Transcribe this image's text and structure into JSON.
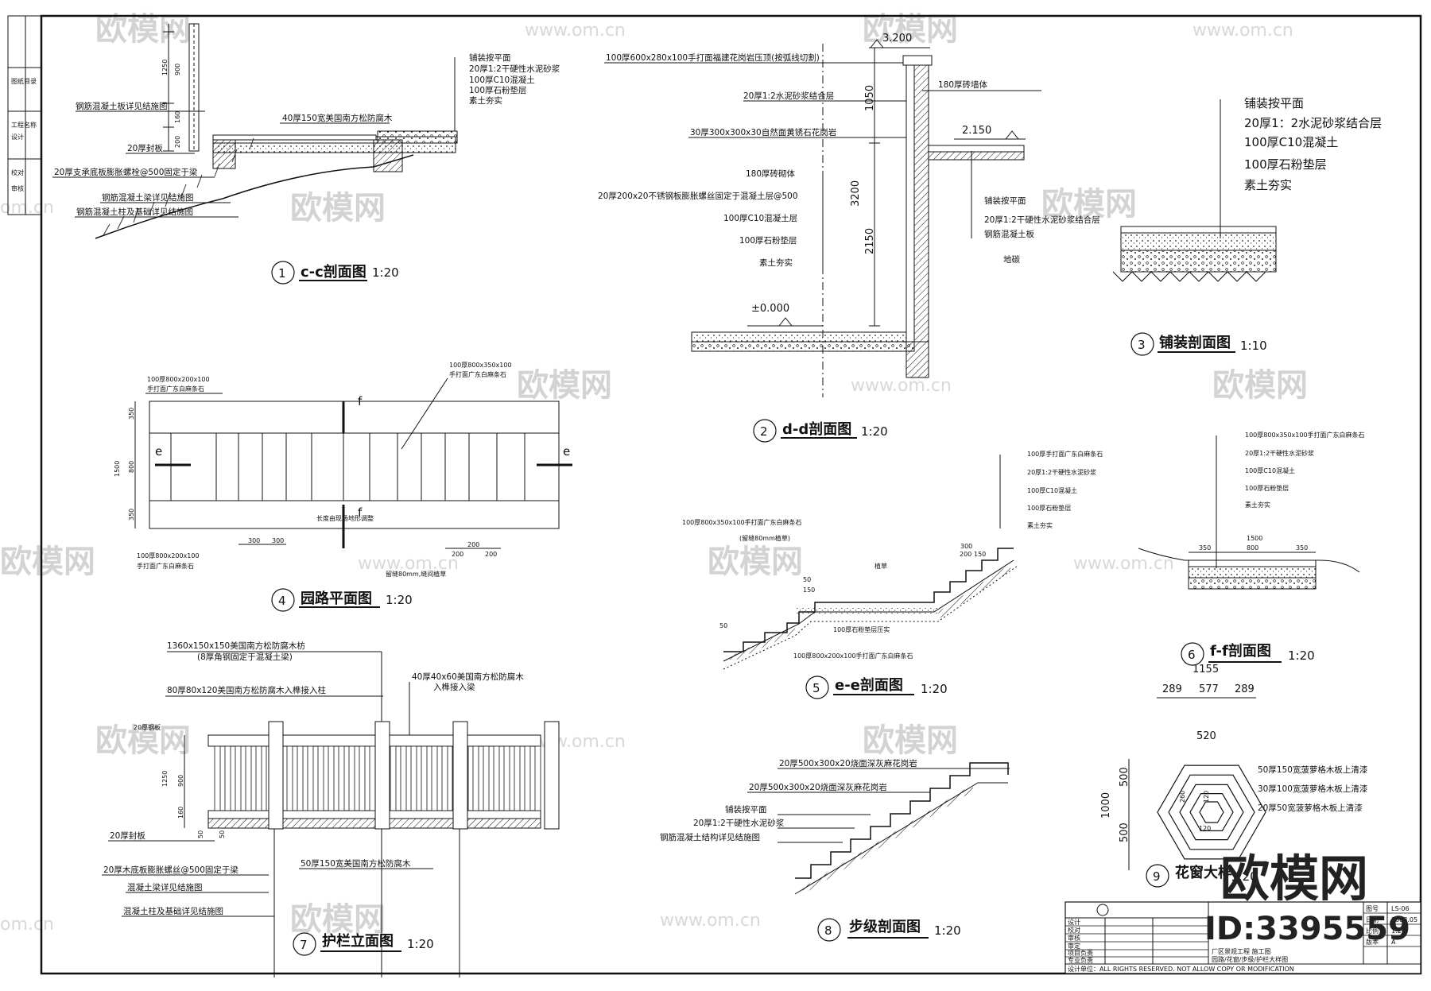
{
  "watermark": {
    "logo": "欧模网",
    "url": "www.om.cn",
    "url_short": "om.cn"
  },
  "brand": {
    "name": "欧模网",
    "id": "ID:3395559"
  },
  "left_strip": [
    "图纸目录",
    "工程名称",
    "设计",
    "校对",
    "审核"
  ],
  "d1": {
    "num": "1",
    "title": "c-c剖面图",
    "scale": "1:20",
    "dims": [
      "1250",
      "900",
      "160",
      "200"
    ],
    "notes": [
      "铺装按平面",
      "20厚1:2干硬性水泥砂浆",
      "100厚C10混凝土",
      "100厚石粉垫层",
      "素土夯实",
      "40厚150宽美国南方松防腐木",
      "钢筋混凝土板详见结施图",
      "20厚封板",
      "20厚支承底板膨胀螺栓@500固定于梁",
      "钢筋混凝土梁详见结施图",
      "钢筋混凝土柱及基础详见结施图"
    ]
  },
  "d2": {
    "num": "2",
    "title": "d-d剖面图",
    "scale": "1:20",
    "levels": [
      "3.200",
      "2.150",
      "±0.000"
    ],
    "dims": [
      "1050",
      "3200",
      "2150"
    ],
    "notes": [
      "100厚600x280x100手打面福建花岗岩压顶(按弧线切割)",
      "180厚砖墙体",
      "20厚1:2水泥砂浆结合层",
      "30厚300x300x30自然面黄锈石花岗岩",
      "180厚砖砌体",
      "20厚200x20不锈钢板膨胀螺丝固定于混凝土层@500",
      "100厚C10混凝土层",
      "100厚石粉垫层",
      "素土夯实",
      "铺装按平面",
      "20厚1:2干硬性水泥砂浆结合层",
      "钢筋混凝土板",
      "地碳"
    ]
  },
  "d3": {
    "num": "3",
    "title": "铺装剖面图",
    "scale": "1:10",
    "notes": [
      "铺装按平面",
      "20厚1：2水泥砂浆结合层",
      "100厚C10混凝土",
      "100厚石粉垫层",
      "素土夯实"
    ]
  },
  "d4": {
    "num": "4",
    "title": "园路平面图",
    "scale": "1:20",
    "cuts": [
      "e",
      "e",
      "f",
      "f"
    ],
    "dims": [
      "350",
      "800",
      "350",
      "1500",
      "300",
      "300",
      "200",
      "200",
      "200"
    ],
    "notes": [
      "100厚800x200x100",
      "手打面广东白麻条石",
      "100厚800x350x100",
      "手打面广东白麻条石",
      "长度由现场地形调整",
      "100厚800x200x100",
      "手打面广东白麻条石",
      "留缝80mm,缝间植草"
    ]
  },
  "d5": {
    "num": "5",
    "title": "e-e剖面图",
    "scale": "1:20",
    "dims": [
      "50",
      "150",
      "200",
      "150",
      "300",
      "50"
    ],
    "notes": [
      "100厚手打面广东白麻条石",
      "20厚1:2干硬性水泥砂浆",
      "100厚C10混凝土",
      "100厚石粉垫层",
      "素土夯实",
      "100厚800x350x100手打面广东白麻条石",
      "(留缝80mm植草)",
      "植草",
      "100厚石粉垫层压实",
      "100厚800x200x100手打面广东白麻条石"
    ]
  },
  "d6": {
    "num": "6",
    "title": "f-f剖面图",
    "scale": "1:20",
    "dims": [
      "1500",
      "350",
      "800",
      "350"
    ],
    "notes": [
      "100厚800x350x100手打面广东白麻条石",
      "20厚1:2干硬性水泥砂浆",
      "100厚C10混凝土",
      "100厚石粉垫层",
      "素土夯实"
    ]
  },
  "d7": {
    "num": "7",
    "title": "护栏立面图",
    "scale": "1:20",
    "dims": [
      "20厚钢板",
      "1250",
      "900",
      "160",
      "50",
      "50"
    ],
    "notes": [
      "1360x150x150美国南方松防腐木枋",
      "(8厚角钢固定于混凝土梁)",
      "80厚80x120美国南方松防腐木入榫接入柱",
      "40厚40x60美国南方松防腐木",
      "入榫接入梁",
      "20厚封板",
      "20厚木底板膨胀螺丝@500固定于梁",
      "混凝土梁详见结施图",
      "混凝土柱及基础详见结施图",
      "50厚150宽美国南方松防腐木"
    ]
  },
  "d8": {
    "num": "8",
    "title": "步级剖面图",
    "scale": "1:20",
    "notes": [
      "20厚500x300x20烧面深灰麻花岗岩",
      "20厚500x300x20烧面深灰麻花岗岩",
      "铺装按平面",
      "20厚1:2干硬性水泥砂浆",
      "钢筋混凝土结构详见结施图"
    ]
  },
  "d9": {
    "num": "9",
    "title": "花窗大样",
    "scale": "1:20",
    "dims": [
      "1155",
      "289",
      "577",
      "289",
      "520",
      "1000",
      "500",
      "500",
      "260",
      "120",
      "120"
    ],
    "notes": [
      "50厚150宽菠萝格木板上清漆",
      "30厚100宽菠萝格木板上清漆",
      "20厚50宽菠萝格木板上清漆"
    ]
  },
  "titleblock": {
    "company": "",
    "rows": [
      "设计",
      "校对",
      "审核",
      "审定",
      "项目负责",
      "专业负责"
    ],
    "project": "厂区景观工程 施工图",
    "drawing": "园路/花窗/步级/护栏大样图",
    "fields": [
      "图号",
      "日期",
      "比例",
      "版本"
    ],
    "values": [
      "LS-06",
      "2008.05",
      "1:20",
      "A"
    ],
    "footer": "设计单位：ALL RIGHTS RESERVED. NOT ALLOW COPY OR MODIFICATION"
  }
}
